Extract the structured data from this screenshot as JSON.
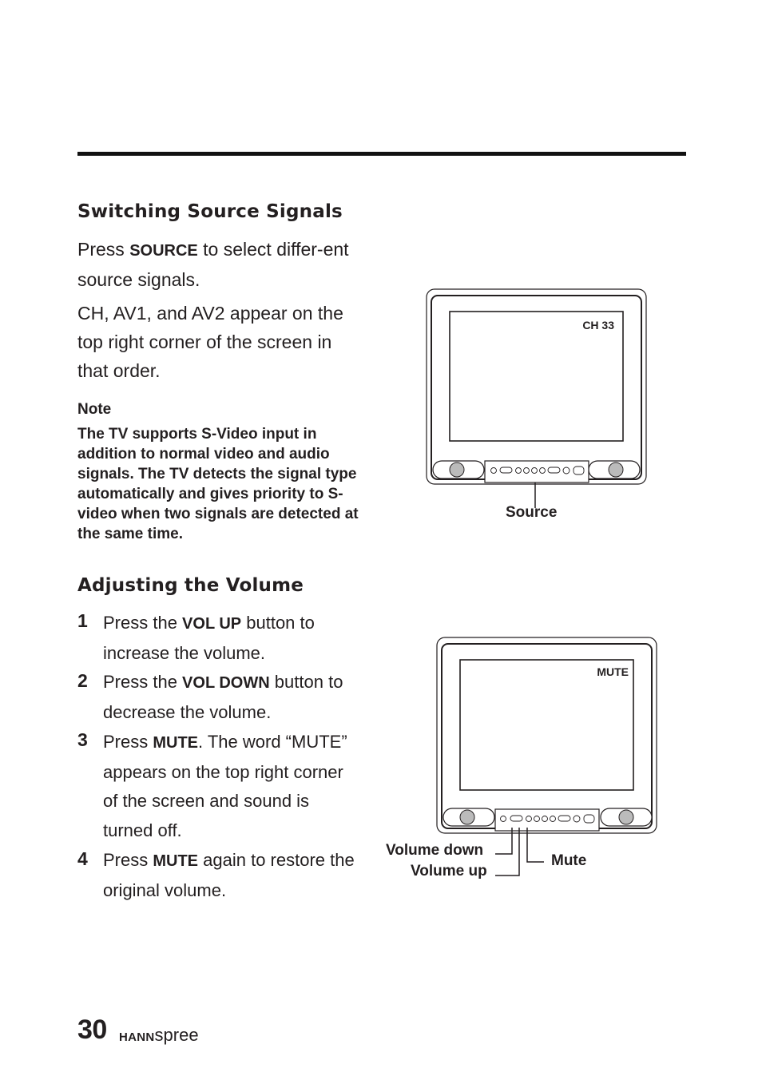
{
  "section1": {
    "heading": "Switching Source Signals",
    "para1_pre": "Press ",
    "para1_key": "SOURCE",
    "para1_post": " to select differ-ent source signals.",
    "para2": "CH, AV1, and AV2 appear on the top right corner of the screen in that order.",
    "note_title": "Note",
    "note_text": "The TV supports S-Video input in addition to normal video and audio signals. The TV detects the signal type automatically and gives priority to S-video when two signals are detected at the same time."
  },
  "figure1": {
    "screen_label": "CH 33",
    "callout_source": "Source"
  },
  "section2": {
    "heading": "Adjusting the Volume",
    "steps": [
      {
        "num": "1",
        "pre": "Press the ",
        "key": "VOL UP",
        "post": " button to increase the volume."
      },
      {
        "num": "2",
        "pre": "Press the ",
        "key": "VOL DOWN",
        "post": " button to decrease the volume."
      },
      {
        "num": "3",
        "pre": "Press ",
        "key": "MUTE",
        "post": ". The word “MUTE” appears on the top right corner of the screen and sound is turned off."
      },
      {
        "num": "4",
        "pre": "Press ",
        "key": "MUTE",
        "post": " again to restore the original volume."
      }
    ]
  },
  "figure2": {
    "screen_label": "MUTE",
    "callout_volume_down": "Volume down",
    "callout_volume_up": "Volume up",
    "callout_mute": "Mute"
  },
  "footer": {
    "page_number": "30",
    "brand_bold": "HANN",
    "brand_light": "spree"
  }
}
